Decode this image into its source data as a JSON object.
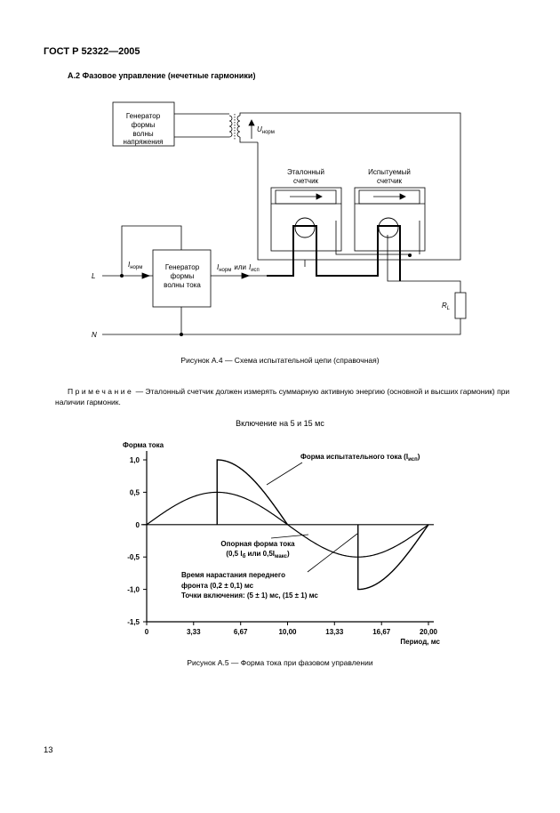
{
  "header": "ГОСТ Р 52322—2005",
  "section_title": "А.2  Фазовое управление (нечетные гармоники)",
  "circuit": {
    "voltage_generator": [
      "Генератор",
      "формы",
      "волны",
      "напряжения"
    ],
    "current_generator": [
      "Генератор",
      "формы",
      "волны тока"
    ],
    "reference_meter": [
      "Эталонный",
      "счетчик"
    ],
    "test_meter": [
      "Испытуемый",
      "счетчик"
    ],
    "u_symbol": "U",
    "u_sub": "норм",
    "i_symbol": "I",
    "i_left_sub": "норм",
    "i_right_norm_sub": "норм",
    "or_word": "или",
    "i_right_test_sub": "исп",
    "load_symbol": "R",
    "load_sub": "L",
    "line_label": "L",
    "neutral_label": "N"
  },
  "figure_a4_caption": "Рисунок А.4 — Схема испытательной цепи (справочная)",
  "note": {
    "label": "Примечание",
    "text": " — Эталонный счетчик должен измерять суммарную активную энергию (основной и высших гармоник) при наличии гармоник."
  },
  "chart_subtitle": "Включение на 5 и 15 мс",
  "chart_data": {
    "type": "line",
    "ylabel": "Форма тока",
    "xlabel": "Период, мс",
    "xlim": [
      0,
      20
    ],
    "ylim": [
      -1.5,
      1.0
    ],
    "x_ticks": [
      0,
      3.33,
      6.67,
      10,
      13.33,
      16.67,
      20
    ],
    "x_tick_labels": [
      "0",
      "3,33",
      "6,67",
      "10,00",
      "13,33",
      "16,67",
      "20,00"
    ],
    "y_ticks": [
      1.0,
      0.5,
      0,
      -0.5,
      -1.0,
      -1.5
    ],
    "y_tick_labels": [
      "1,0",
      "0,5",
      "0",
      "-0,5",
      "-1,0",
      "-1,5"
    ],
    "reference_wave": {
      "amplitude": 0.5,
      "period_ms": 20
    },
    "test_wave": {
      "amplitude": 1.0,
      "period_ms": 20,
      "turn_on_ms": [
        5,
        15
      ]
    },
    "annotations": {
      "test_current": "Форма испытательного тока (I",
      "test_current_sub": "исп",
      "test_current_close": ")",
      "reference_current_1": "Опорная форма тока",
      "reference_current_2": "(0,5 I",
      "reference_current_2_sub1": "б",
      "reference_current_2_mid": " или 0,5I",
      "reference_current_2_sub2": "макс",
      "reference_current_2_close": ")",
      "rise_time_1": "Время нарастания переднего",
      "rise_time_2": "фронта (0,2 ± 0,1) мс",
      "rise_time_3": "Точки включения: (5 ± 1) мс, (15 ± 1) мс"
    }
  },
  "figure_a5_caption": "Рисунок А.5 — Форма тока при фазовом управлении",
  "page_number": "13"
}
